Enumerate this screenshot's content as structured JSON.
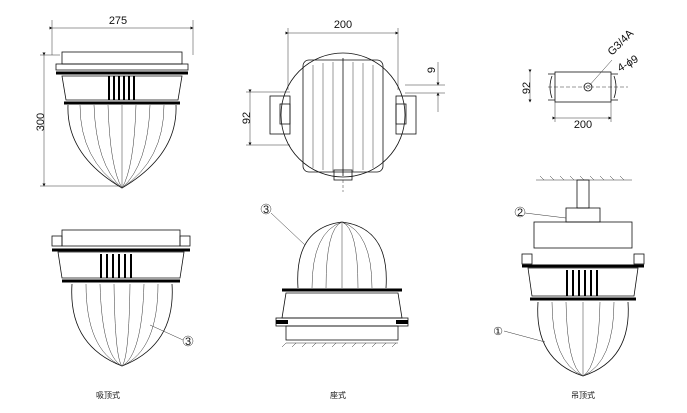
{
  "dimensions": {
    "top_width": "275",
    "height": "300",
    "base_width": "200",
    "gap": "9",
    "base_depth": "92",
    "plan_depth": "92",
    "plan_width": "200",
    "thread": "G3/4A",
    "holes": "4-ϕ9"
  },
  "callouts": {
    "c3_left": "3",
    "c3_middle": "3",
    "c2_right": "2",
    "c1_right": "①"
  },
  "captions": {
    "ceiling": "吸顶式",
    "seat": "座式",
    "pendant": "吊顶式"
  },
  "colors": {
    "line": "#111111",
    "background": "#ffffff"
  }
}
